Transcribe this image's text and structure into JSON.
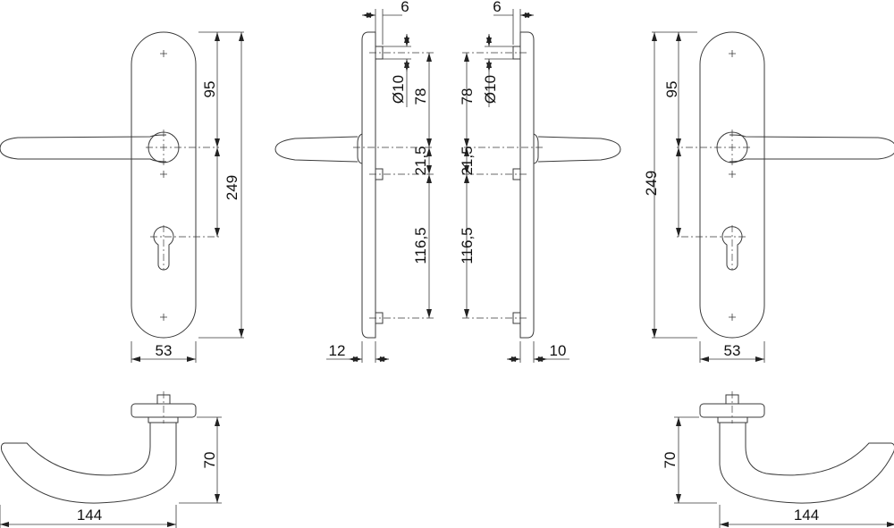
{
  "drawing": {
    "front_left": {
      "top_to_handle": "95",
      "total_height": "249",
      "plate_width": "53"
    },
    "side_left": {
      "offset": "6",
      "pin_diameter": "Ø10",
      "top_to_handle": "78",
      "handle_to_screw": "21,5",
      "screw_to_screw": "116,5",
      "thickness": "12"
    },
    "side_right": {
      "offset": "6",
      "pin_diameter": "Ø10",
      "top_to_handle": "78",
      "handle_to_screw": "21,5",
      "screw_to_screw": "116,5",
      "thickness": "10"
    },
    "front_right": {
      "top_to_handle": "95",
      "total_height": "249",
      "plate_width": "53"
    },
    "handle_left": {
      "height": "70",
      "length": "144"
    },
    "handle_right": {
      "height": "70",
      "length": "144"
    }
  }
}
